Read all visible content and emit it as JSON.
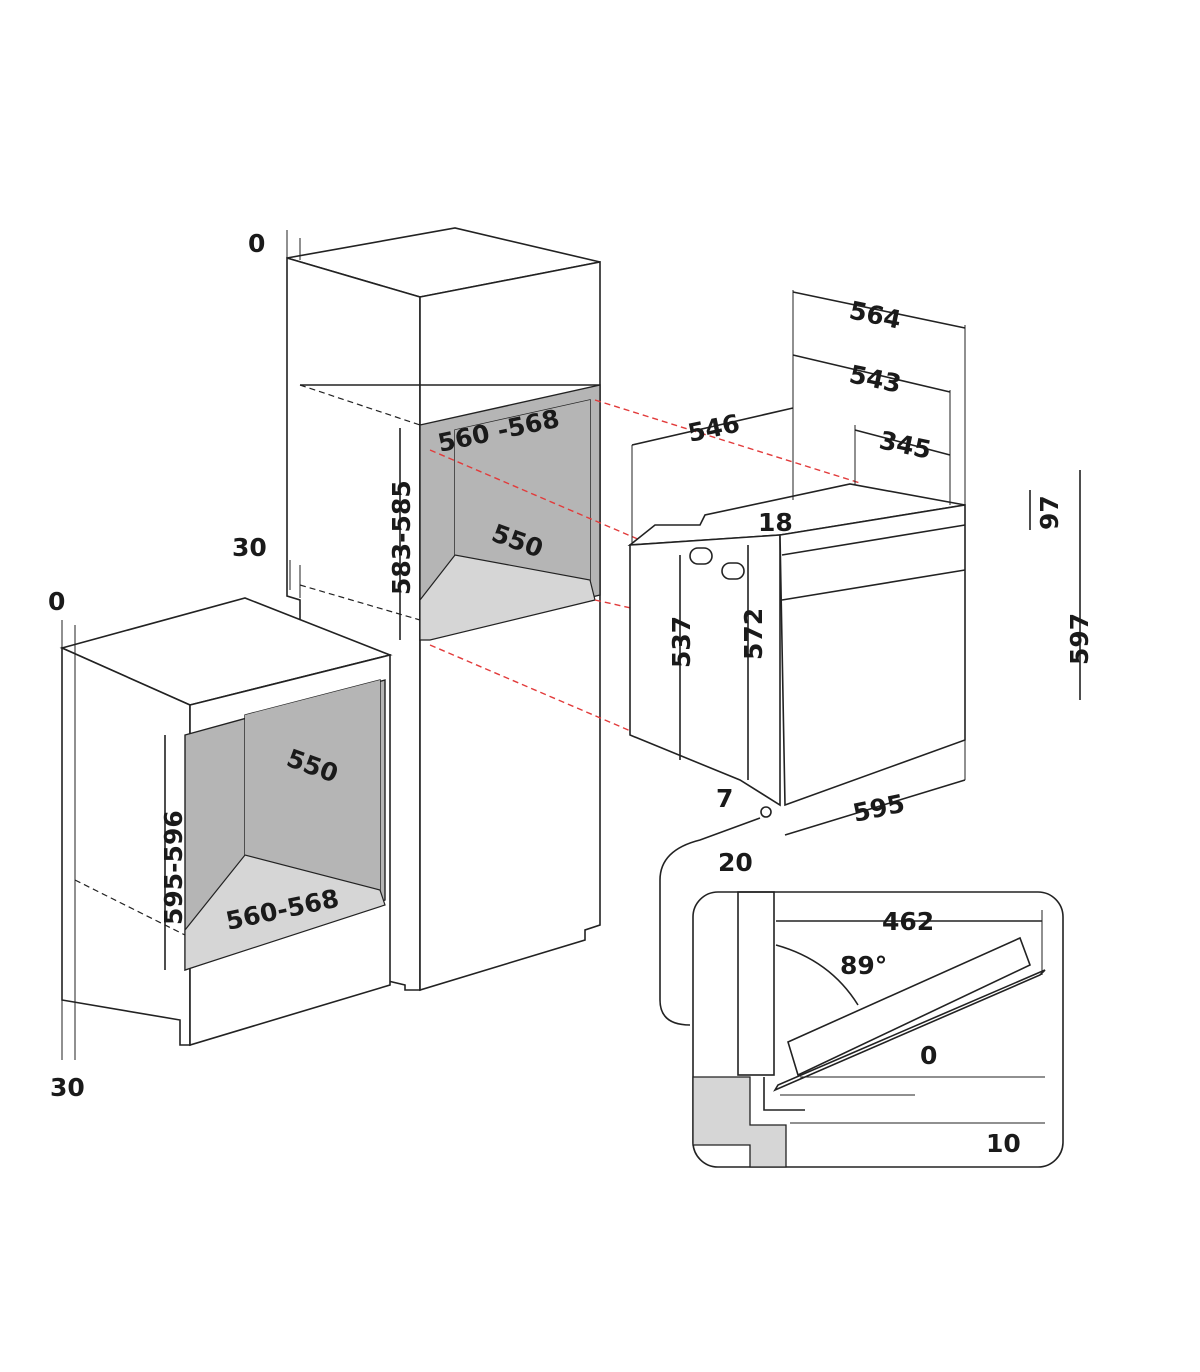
{
  "diagram": {
    "tall_cabinet": {
      "top_gap": "0",
      "side_gap": "30",
      "niche_width": "560 -568",
      "niche_height": "583-585",
      "niche_depth": "550"
    },
    "base_cabinet": {
      "top_gap": "0",
      "bottom_gap": "30",
      "niche_depth": "550",
      "niche_height": "595-596",
      "niche_width": "560-568"
    },
    "oven": {
      "depth_total": "564",
      "depth_body": "543",
      "depth_side": "546",
      "rail": "345",
      "top_offset": "18",
      "panel_height": "97",
      "height_total": "597",
      "body_height_left": "537",
      "body_height": "572",
      "width": "595",
      "bottom_offset": "7",
      "front_offset": "20"
    },
    "door_detail": {
      "door_length": "462",
      "angle": "89°",
      "gap_top": "0",
      "gap_bottom": "10"
    }
  },
  "colors": {
    "line": "#222222",
    "guide": "#e23b3b",
    "niche": "#b5b5b5",
    "shelf": "#d6d6d6"
  }
}
